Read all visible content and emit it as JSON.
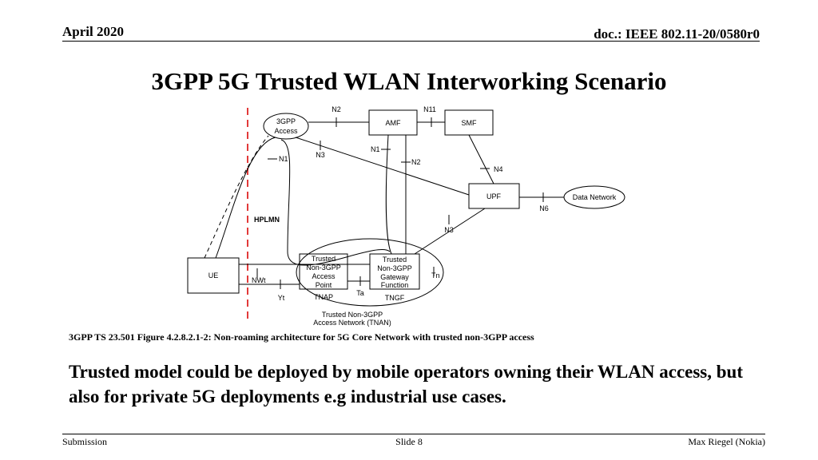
{
  "header": {
    "date": "April 2020",
    "doc_id": "doc.: IEEE 802.11-20/0580r0"
  },
  "slide": {
    "title": "3GPP 5G Trusted WLAN Interworking Scenario",
    "caption": "3GPP TS 23.501 Figure 4.2.8.2.1-2: Non-roaming architecture for 5G Core Network with trusted non-3GPP access",
    "body": "Trusted model could be deployed by mobile operators owning their WLAN access, but also for private 5G deployments e.g industrial use cases."
  },
  "diagram": {
    "nodes": {
      "amf": "AMF",
      "smf": "SMF",
      "upf": "UPF",
      "data_network": "Data Network",
      "ue": "UE",
      "access_3gpp": [
        "3GPP",
        "Access"
      ],
      "tnap": [
        "Trusted",
        "Non-3GPP",
        "Access",
        "Point"
      ],
      "tngf": [
        "Trusted",
        "Non-3GPP",
        "Gateway",
        "Function"
      ],
      "tnan": [
        "Trusted Non-3GPP",
        "Access Network (TNAN)"
      ]
    },
    "labels": {
      "hplmn": "HPLMN",
      "tnap_short": "TNAP",
      "tngf_short": "TNGF"
    },
    "interfaces": {
      "n2_top": "N2",
      "n11": "N11",
      "n3_upper": "N3",
      "n1_left": "N1",
      "n1_mid": "N1",
      "n2_mid": "N2",
      "n4": "N4",
      "n6": "N6",
      "n3_lower": "N3",
      "nwt": "NWt",
      "yt": "Yt",
      "ta": "Ta",
      "tn": "Tn"
    }
  },
  "footer": {
    "left": "Submission",
    "center": "Slide 8",
    "right": "Max Riegel (Nokia)"
  }
}
